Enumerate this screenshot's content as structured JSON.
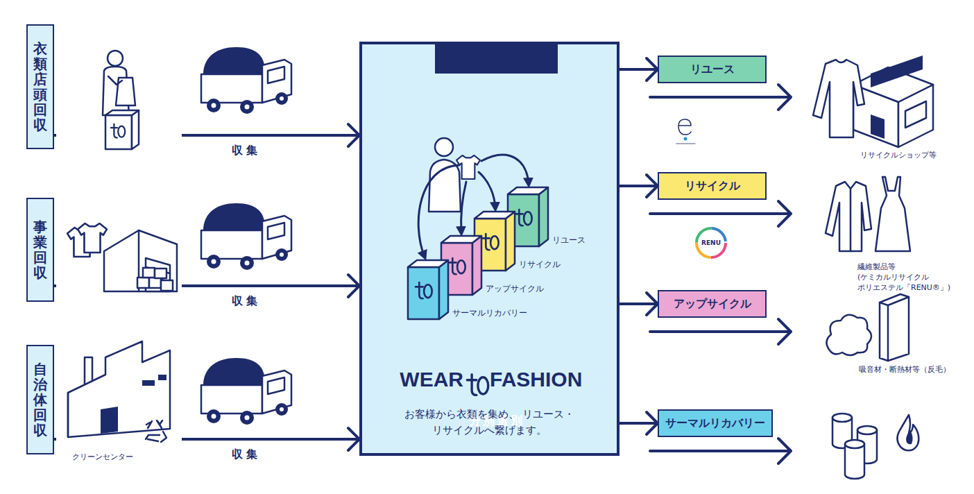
{
  "diagram": {
    "nodes": [
      {
        "text": [
          "衣類店頭回収"
        ]
      },
      {
        "text": [
          "事業回収"
        ]
      },
      {
        "text": [
          "自治体回収"
        ]
      },
      {
        "text": [
          "お客様から衣類を集め、 リユース・リサイクルへ繋げます。"
        ]
      },
      {
        "text": [
          "分別選別"
        ],
        "in": 3
      },
      {
        "text": [
          "リユース"
        ]
      },
      {
        "text": [
          "リサイクル"
        ]
      },
      {
        "text": [
          "アップサイクル"
        ]
      },
      {
        "text": [
          "サーマルリカバリー"
        ]
      }
    ],
    "edges": [
      {
        "from": 0,
        "to": 3,
        "label": "収集",
        "arrow": "to"
      },
      {
        "from": 1,
        "to": 3,
        "label": "収集",
        "arrow": "to"
      },
      {
        "from": 2,
        "to": 3,
        "label": "収集",
        "arrow": "to"
      },
      {
        "from": 3,
        "to": 5,
        "arrow": "to"
      },
      {
        "from": 3,
        "to": 6,
        "arrow": "to"
      },
      {
        "from": 3,
        "to": 7,
        "arrow": "to"
      },
      {
        "from": 3,
        "to": 8,
        "arrow": "to"
      }
    ],
    "labels": [
      "クリーンセンター",
      "リユース",
      "リサイクル",
      "アップサイクル",
      "サーマルリカバリー",
      "WEAR",
      "FASHION",
      "RENU",
      "リサイクルショップ等",
      "繊維製品等 (ケミカルリサイクル ポリエステル「RENU®」)",
      "吸音材・断熱材等（反毛）"
    ]
  }
}
